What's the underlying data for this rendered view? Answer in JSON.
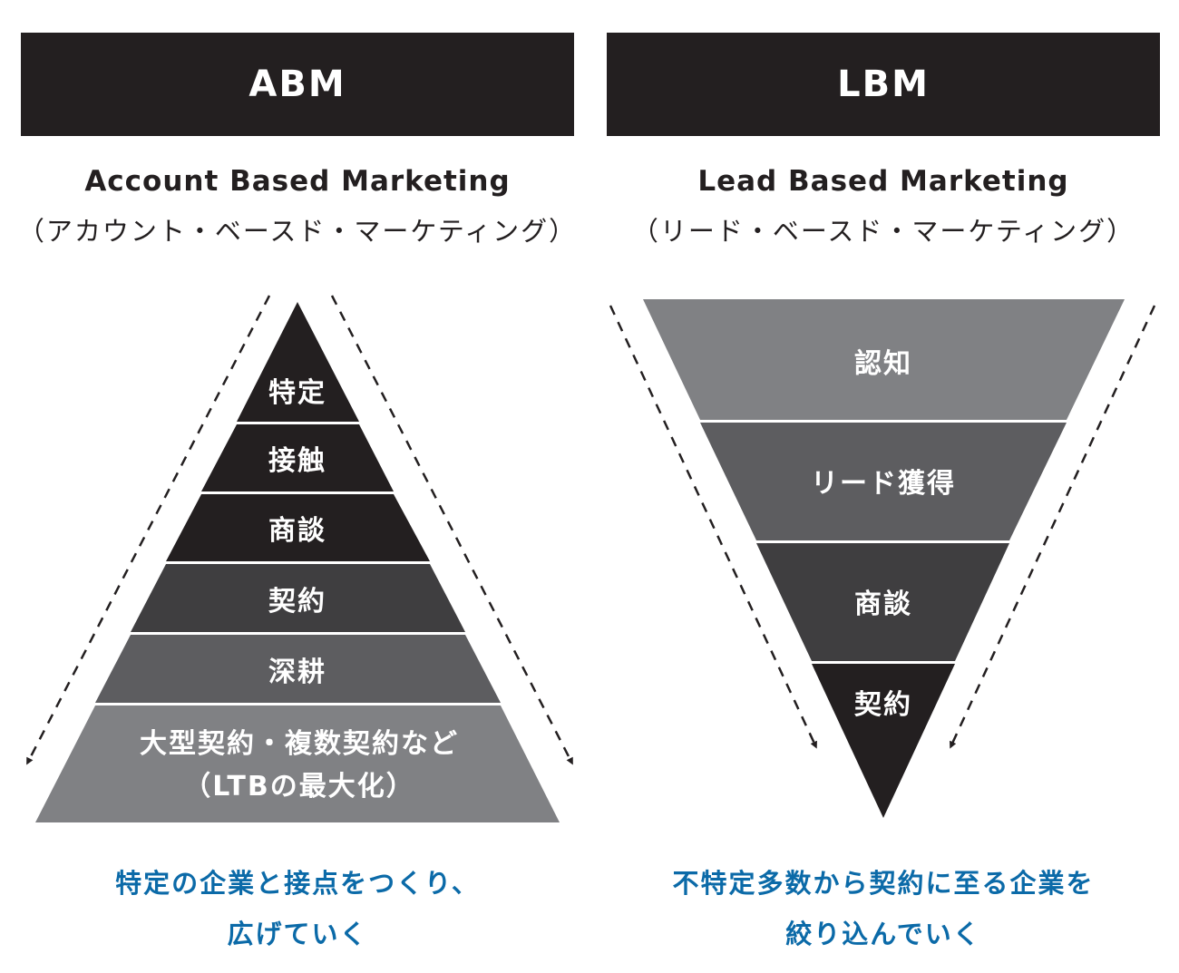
{
  "abm": {
    "title": "ABM",
    "subtitle": "Account Based Marketing",
    "reading": "（アカウント・ベースド・マーケティング）",
    "stages": [
      "特定",
      "接触",
      "商談",
      "契約",
      "深耕",
      "大型契約・複数契約など",
      "（LTBの最大化）"
    ],
    "caption_line1": "特定の企業と接点をつくり、",
    "caption_line2": "広げていく"
  },
  "lbm": {
    "title": "LBM",
    "subtitle": "Lead Based Marketing",
    "reading": "（リード・ベースド・マーケティング）",
    "stages": [
      "認知",
      "リード獲得",
      "商談",
      "契約"
    ],
    "caption_line1": "不特定多数から契約に至る企業を",
    "caption_line2": "絞り込んでいく"
  },
  "colors": {
    "dark": "#231f20",
    "medium_dark": "#3f3e40",
    "medium": "#5d5d60",
    "light": "#808184",
    "accent": "#0b6aa8"
  }
}
